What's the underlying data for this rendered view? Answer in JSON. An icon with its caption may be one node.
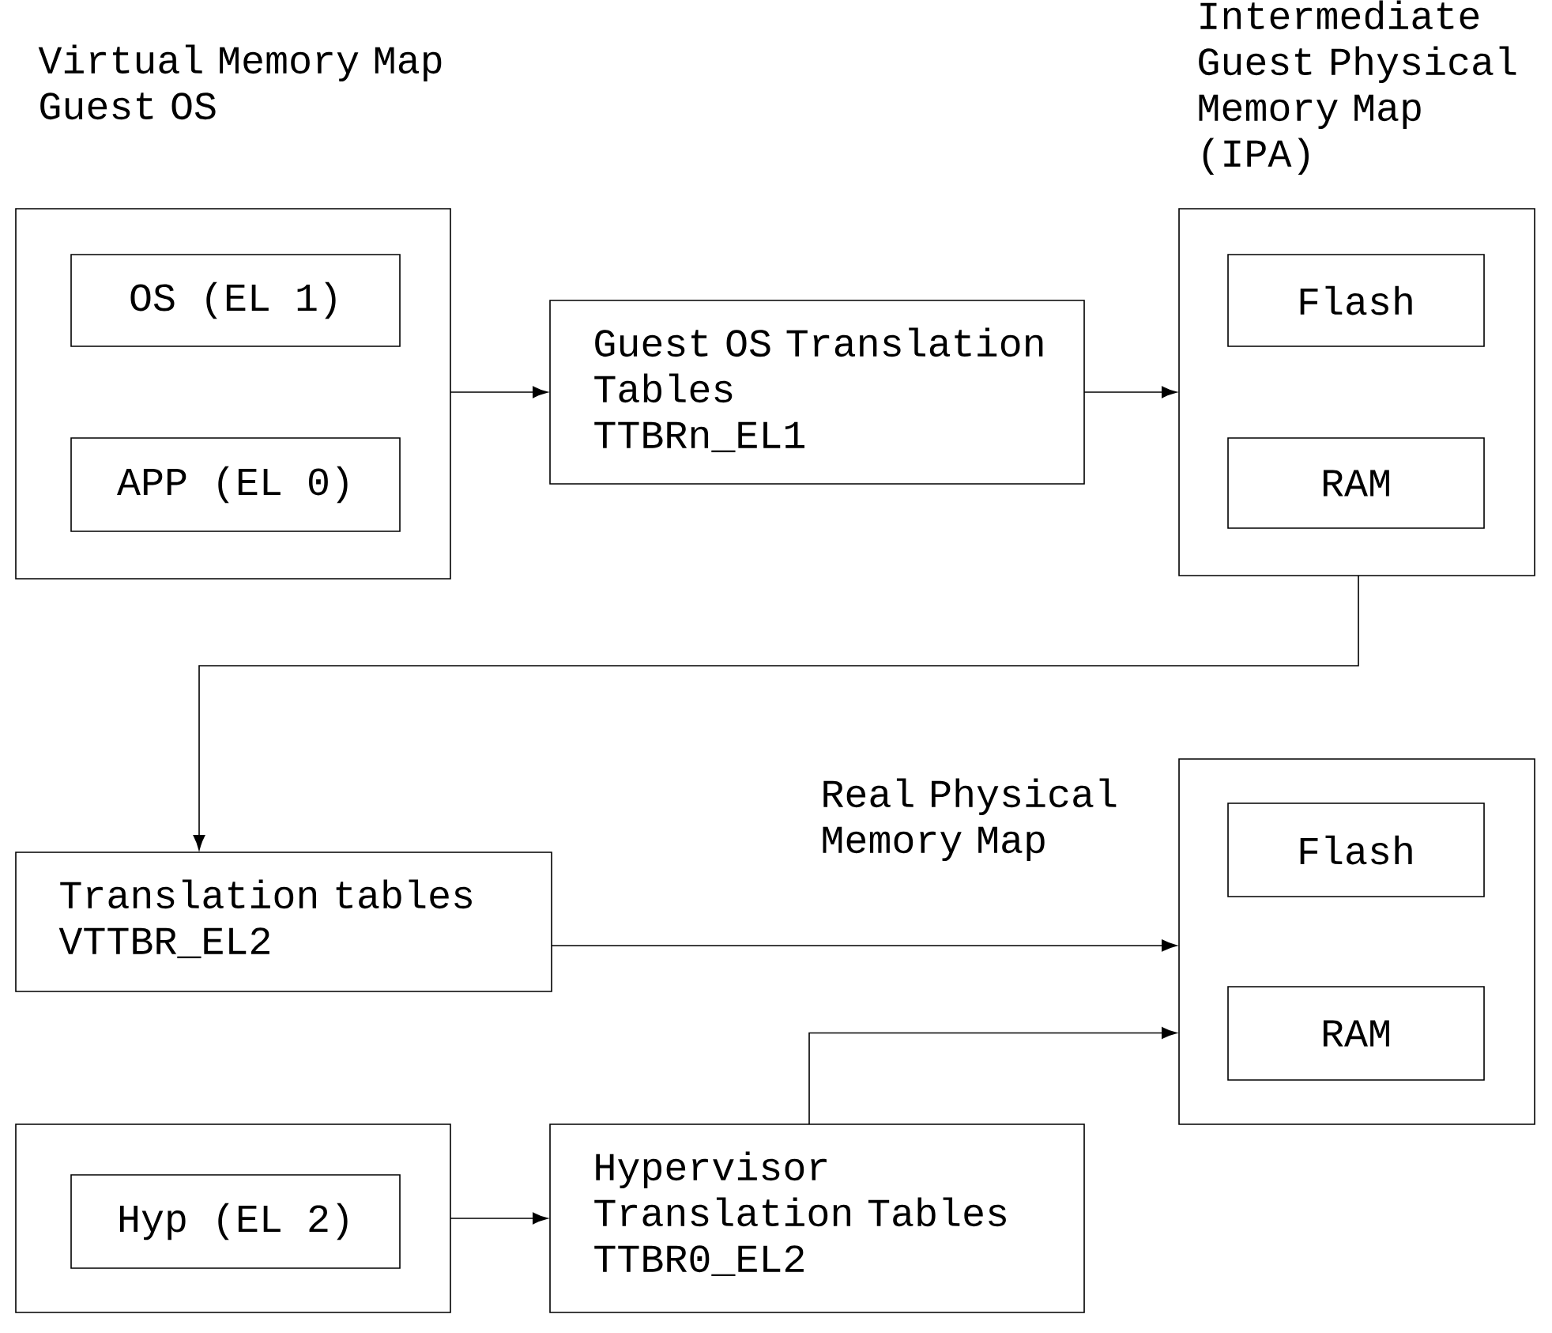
{
  "diagram": {
    "nodes": [
      {
        "text": [
          "Virtual Memory Map Guest OS"
        ]
      },
      {
        "text": [
          "OS (EL 1)"
        ],
        "in": 0
      },
      {
        "text": [
          "APP (EL 0)"
        ],
        "in": 0
      },
      {
        "text": [
          "Guest OS Translation Tables",
          "TTBRn_EL1"
        ]
      },
      {
        "text": [
          "Intermediate Guest Physical Memory Map (IPA)"
        ]
      },
      {
        "text": [
          "Flash"
        ],
        "in": 4
      },
      {
        "text": [
          "RAM"
        ],
        "in": 4
      },
      {
        "text": [
          "Translation tables",
          "VTTBR_EL2"
        ]
      },
      {
        "text": [
          "Real Physical Memory Map"
        ]
      },
      {
        "text": [
          "Flash"
        ],
        "in": 8
      },
      {
        "text": [
          "RAM"
        ],
        "in": 8
      },
      {
        "text": [],
        "shape": "box"
      },
      {
        "text": [
          "Hyp (EL 2)"
        ],
        "in": 11
      },
      {
        "text": [
          "Hypervisor Translation Tables",
          "TTBR0_EL2"
        ]
      }
    ],
    "edges": [
      {
        "from": 0,
        "to": 3,
        "arrow": "to"
      },
      {
        "from": 3,
        "to": 4,
        "arrow": "to"
      },
      {
        "from": 4,
        "to": 7,
        "arrow": "to"
      },
      {
        "from": 7,
        "to": 8,
        "arrow": "to"
      },
      {
        "from": 13,
        "to": 8,
        "arrow": "to"
      },
      {
        "from": 11,
        "to": 13,
        "arrow": "to"
      }
    ]
  }
}
